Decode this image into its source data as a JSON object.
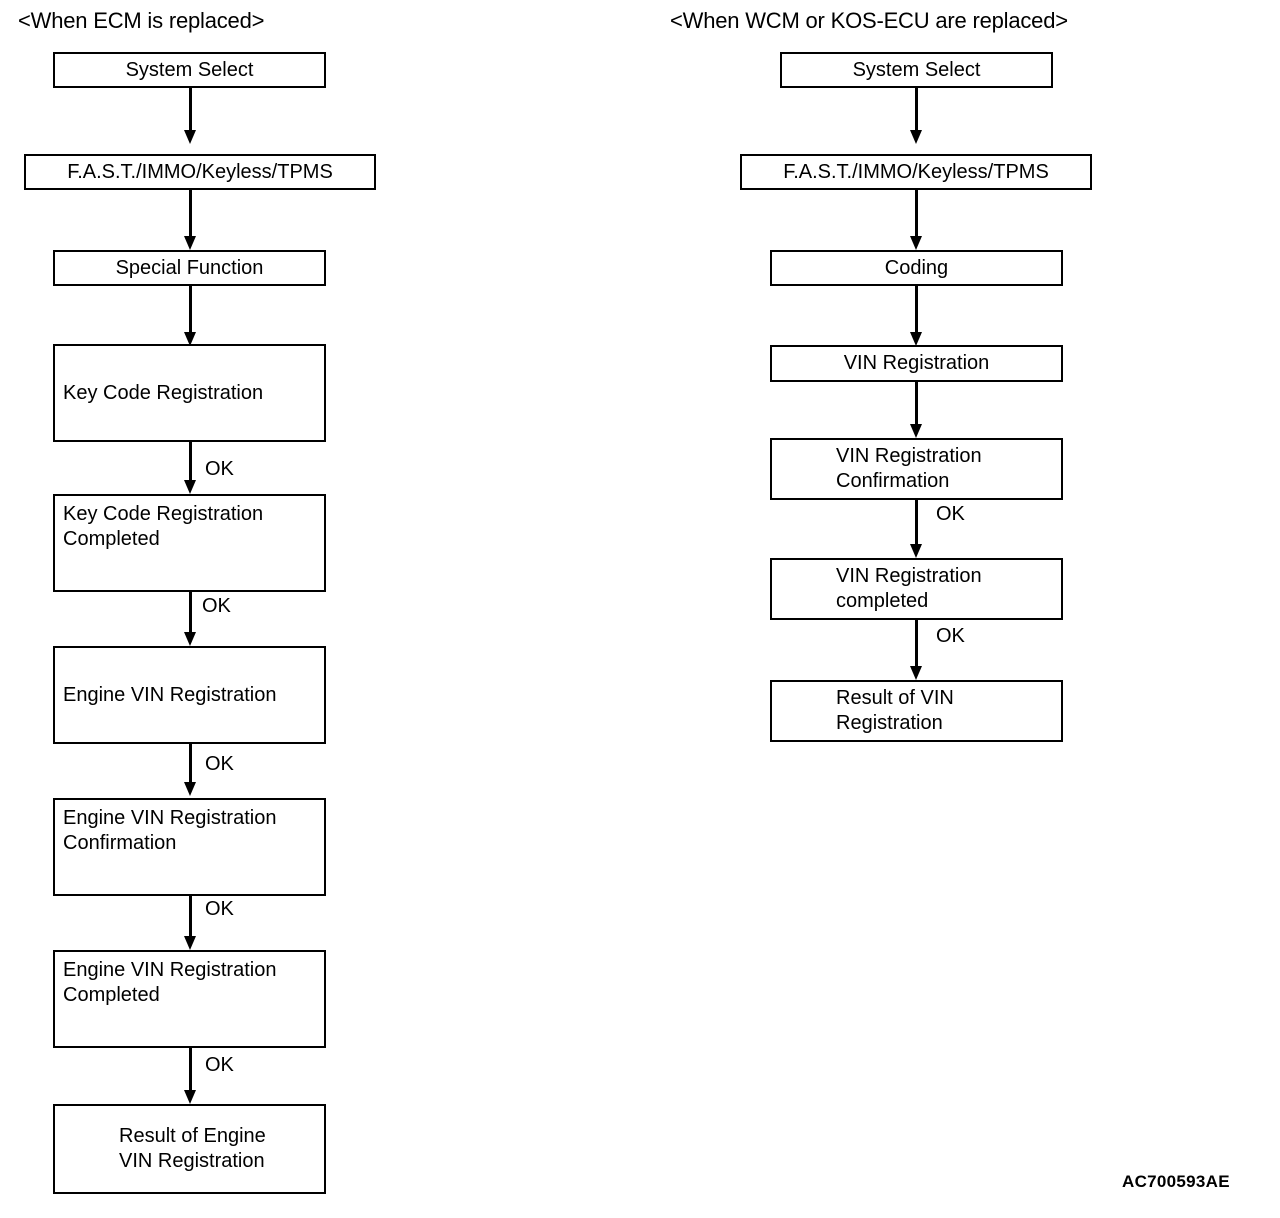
{
  "figure": {
    "id_label": "AC700593AE"
  },
  "columns": [
    {
      "title": "<When ECM is replaced>",
      "nodes": [
        {
          "lines": [
            "System Select"
          ]
        },
        {
          "lines": [
            "F.A.S.T./IMMO/Keyless/TPMS"
          ]
        },
        {
          "lines": [
            "Special Function"
          ]
        },
        {
          "lines": [
            "Key Code Registration"
          ]
        },
        {
          "lines": [
            "Key Code Registration",
            "Completed"
          ]
        },
        {
          "lines": [
            "Engine VIN Registration"
          ]
        },
        {
          "lines": [
            "Engine VIN Registration",
            "Confirmation"
          ]
        },
        {
          "lines": [
            "Engine VIN Registration",
            "Completed"
          ]
        },
        {
          "lines": [
            "Result of Engine",
            "VIN Registration"
          ]
        }
      ],
      "edge_labels": [
        "",
        "",
        "",
        "OK",
        "OK",
        "OK",
        "OK",
        "OK"
      ]
    },
    {
      "title": "<When WCM or KOS-ECU are replaced>",
      "nodes": [
        {
          "lines": [
            "System Select"
          ]
        },
        {
          "lines": [
            "F.A.S.T./IMMO/Keyless/TPMS"
          ]
        },
        {
          "lines": [
            "Coding"
          ]
        },
        {
          "lines": [
            "VIN Registration"
          ]
        },
        {
          "lines": [
            "VIN Registration",
            "Confirmation"
          ]
        },
        {
          "lines": [
            "VIN Registration",
            "completed"
          ]
        },
        {
          "lines": [
            "Result of VIN",
            "Registration"
          ]
        }
      ],
      "edge_labels": [
        "",
        "",
        "",
        "",
        "OK",
        "OK"
      ]
    }
  ]
}
